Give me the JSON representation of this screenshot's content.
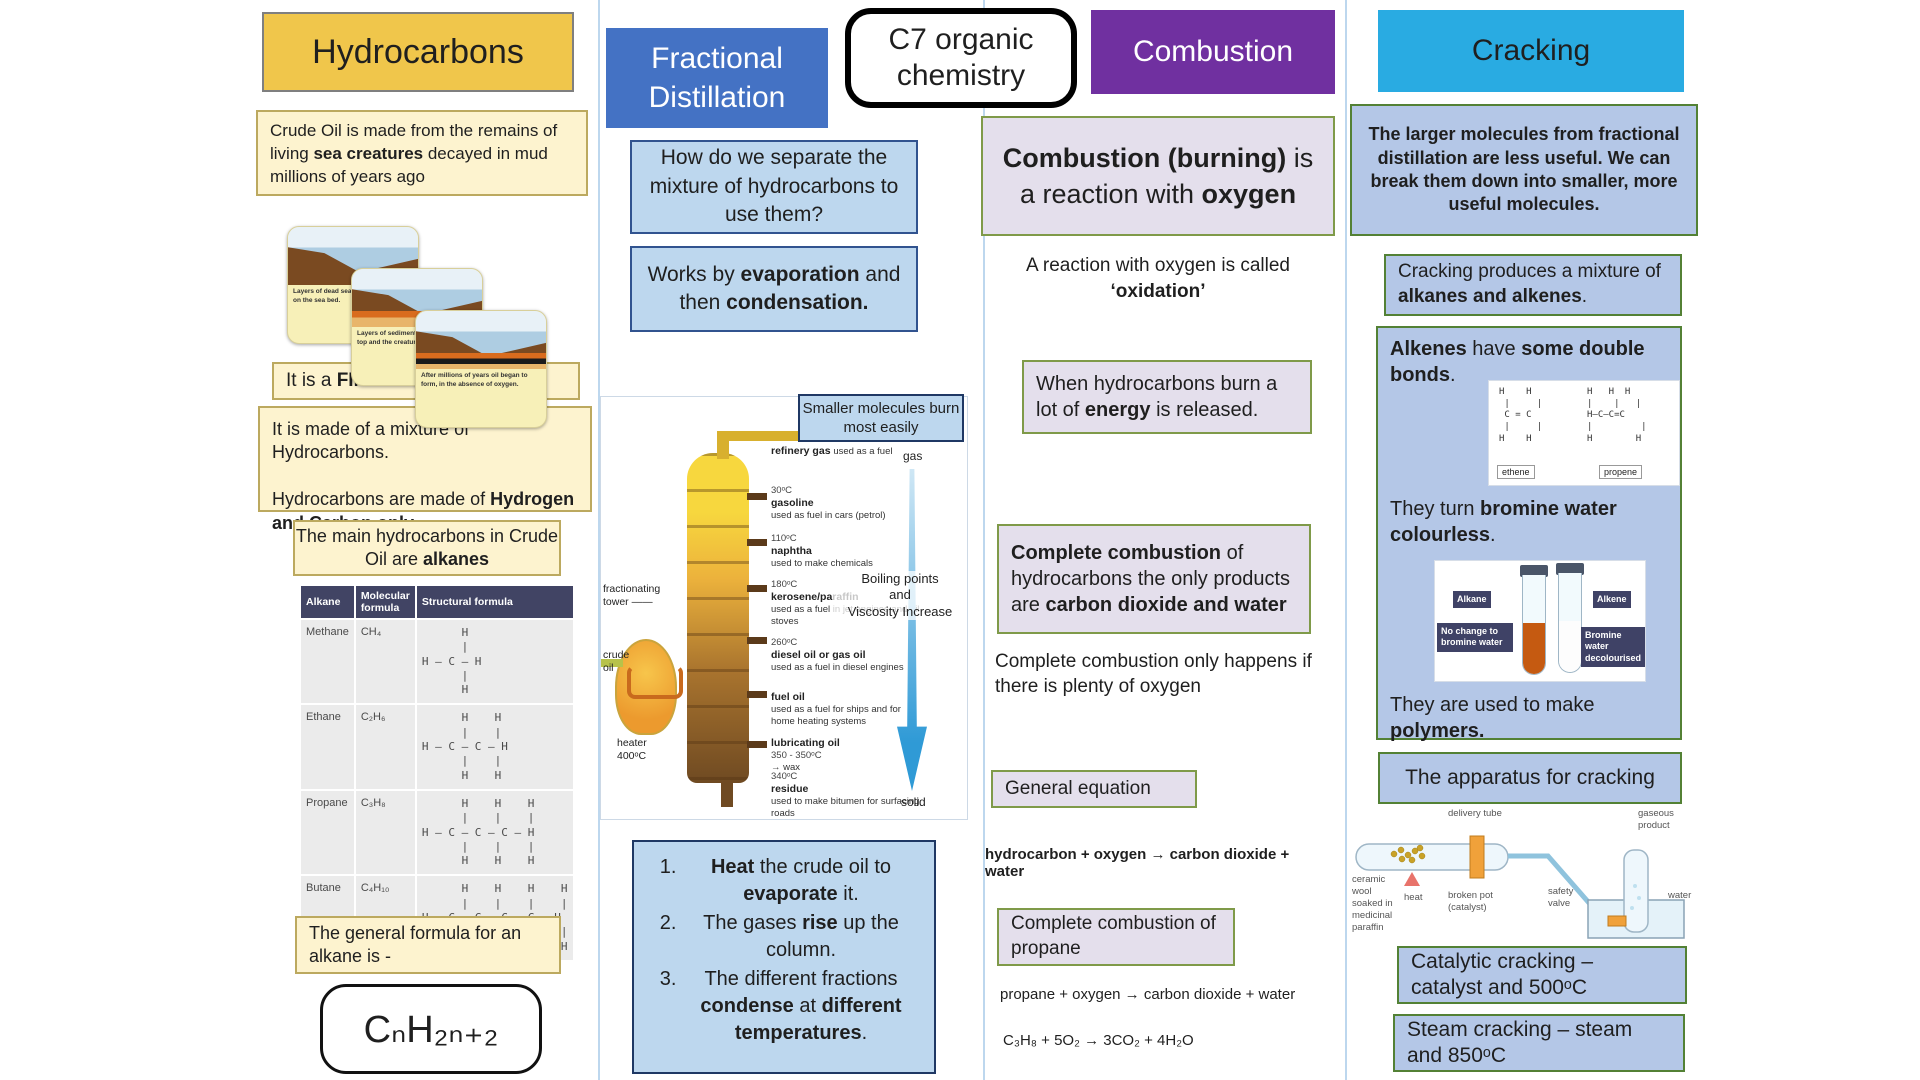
{
  "colors": {
    "hydrocarbons_title_bg": "#F0C64B",
    "fractional_title_bg": "#4472C4",
    "combustion_title_bg": "#7030A0",
    "cracking_title_bg": "#29ABE2",
    "yellow_note_bg": "#FDF3CF",
    "blue_note_bg": "#BDD7EE",
    "lavender_note_bg": "#E4DFEC",
    "periwinkle_note_bg": "#B4C7E7",
    "table_header_bg": "#414464"
  },
  "center_badge": {
    "title": "C7 organic\nchemistry"
  },
  "hydrocarbons": {
    "title": "Hydrocarbons",
    "crude_oil": "Crude Oil is made from the remains of living **sea creatures** decayed in mud millions of years ago",
    "formation_cards": [
      "Layers of dead sea creatures formed on the sea bed.",
      "Layers of sedimentary rock formed on top and the creatures become trapped.",
      "After millions of years oil began to form, in the absence of oxygen."
    ],
    "finite": "It is a **FINITE** resource",
    "mixture": "It is made of a mixture of Hydrocarbons.\n\nHydrocarbons are made of **Hydrogen and Carbon only.**",
    "main_alkanes": "The main hydrocarbons in Crude Oil are **alkanes**",
    "table": {
      "headers": [
        "Alkane",
        "Molecular formula",
        "Structural formula"
      ],
      "rows": [
        {
          "name": "Methane",
          "formula": "CH₄",
          "structure": "      H\n      |\nH — C — H\n      |\n      H"
        },
        {
          "name": "Ethane",
          "formula": "C₂H₆",
          "structure": "      H    H\n      |    |\nH — C — C — H\n      |    |\n      H    H"
        },
        {
          "name": "Propane",
          "formula": "C₃H₈",
          "structure": "      H    H    H\n      |    |    |\nH — C — C — C — H\n      |    |    |\n      H    H    H"
        },
        {
          "name": "Butane",
          "formula": "C₄H₁₀",
          "structure": "      H    H    H    H\n      |    |    |    |\nH — C — C — C — C — H\n      |    |    |    |\n      H    H    H    H"
        }
      ]
    },
    "general_formula_label": "The general formula for an alkane is -",
    "general_formula": "CₙH₂ₙ₊₂"
  },
  "fractional": {
    "title": "Fractional\nDistillation",
    "question": "How do we separate the mixture of hydrocarbons to use them?",
    "works_by": "Works by **evaporation** and then **condensation.**",
    "smaller_molecules": "Smaller molecules burn most easily",
    "diagram": {
      "tower_label": "fractionating\ntower ——",
      "crude_oil_label": "crude\noil",
      "heater_label": "heater\n400ᵒC",
      "gas_label": "gas",
      "solid_label": "solid",
      "arrow_label": "Boiling points\nand\nViscosity Increase",
      "fractions": [
        {
          "temp": "",
          "name": "refinery gas",
          "use": "used as a fuel"
        },
        {
          "temp": "30ᵒC",
          "name": "gasoline",
          "use": "used as fuel in cars (petrol)"
        },
        {
          "temp": "110ᵒC",
          "name": "naphtha",
          "use": "used to make chemicals"
        },
        {
          "temp": "180ᵒC",
          "name": "kerosene/paraffin",
          "use": "used as a fuel in jet engines and oil stoves"
        },
        {
          "temp": "260ᵒC",
          "name": "diesel oil or gas oil",
          "use": "used as a fuel in diesel engines"
        },
        {
          "temp": "",
          "name": "fuel oil",
          "use": "used as a fuel for ships and for home heating systems"
        },
        {
          "temp": "350 - 350ᵒC",
          "name": "lubricating oil",
          "use": "→ wax"
        },
        {
          "temp": "340ᵒC",
          "name": "residue",
          "use": "used to make bitumen for surfacing roads"
        }
      ]
    },
    "steps": [
      "**Heat** the crude oil to **evaporate** it.",
      "The gases **rise** up the column.",
      "The different fractions **condense** at **different temperatures**."
    ]
  },
  "combustion": {
    "title": "Combustion",
    "definition": "**Combustion (burning)** is a reaction with **oxygen**",
    "oxidation": "A reaction with oxygen is called **‘oxidation’**",
    "energy": "When hydrocarbons burn a lot of **energy** is released.",
    "complete": "**Complete combustion** of hydrocarbons the only products are **carbon dioxide and water**",
    "plenty": "Complete combustion only happens if there is plenty of oxygen",
    "general_label": "General equation",
    "general_equation": "hydrocarbon + oxygen → carbon dioxide + water",
    "propane_label": "Complete combustion of propane",
    "propane_word_equation": "propane + oxygen → carbon dioxide + water",
    "propane_symbol_equation": "C₃H₈ + 5O₂ → 3CO₂ + 4H₂O"
  },
  "cracking": {
    "title": "Cracking",
    "intro": "**The larger molecules from fractional distillation are less useful.  We can break them down into smaller, more useful molecules.**",
    "produces": "Cracking produces a mixture of **alkanes and alkenes**.",
    "alkenes_bonds": "**Alkenes** have **some double bonds**.",
    "molecules": {
      "ethene_structure": "H    H\n |     |\n C = C\n |     |\nH    H",
      "propene_structure": "H   H  H\n|    |   |\nH—C—C=C\n|         |\nH        H",
      "ethene_label": "ethene",
      "propene_label": "propene"
    },
    "bromine": "They turn **bromine water colourless**.",
    "tubes": {
      "alkane_label": "Alkane",
      "alkene_label": "Alkene",
      "no_change_label": "No change to bromine water",
      "decolourised_label": "Bromine water decolourised"
    },
    "polymers": "They are used to make **polymers.**",
    "apparatus_title": "The apparatus for cracking",
    "apparatus": {
      "delivery_tube": "delivery tube",
      "gaseous_product": "gaseous\nproduct",
      "ceramic_wool": "ceramic\nwool\nsoaked in\nmedicinal\nparaffin",
      "heat": "heat",
      "broken_pot": "broken pot\n(catalyst)",
      "safety_valve": "safety\nvalve",
      "water": "water"
    },
    "catalytic": "Catalytic cracking –\ncatalyst and 500ᵒC",
    "steam": "Steam cracking – steam\nand 850ᵒC"
  }
}
